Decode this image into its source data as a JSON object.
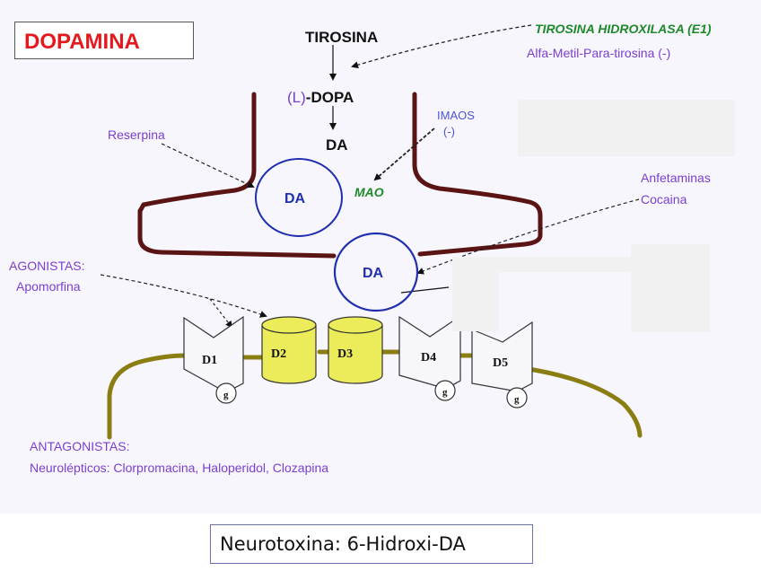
{
  "title": "DOPAMINA",
  "synthesis": {
    "precursor": "TIROSINA",
    "ldopa_prefix": "(L)",
    "ldopa_suffix": "-DOPA",
    "product": "DA"
  },
  "enzyme": {
    "name": "TIROSINA HIDROXILASA (E1)",
    "inhibitor": "Alfa-Metil-Para-tirosina (-)"
  },
  "imaos": {
    "line1": "IMAOS",
    "line2": "(-)"
  },
  "mao": "MAO",
  "reserpina": "Reserpina",
  "vesicles": {
    "presynaptic": "DA",
    "cleft": "DA"
  },
  "reuptake_blockers": [
    "Anfetaminas",
    "Cocaina"
  ],
  "agonists": {
    "heading": "AGONISTAS:",
    "drug": "Apomorfina"
  },
  "receptors": [
    {
      "label": "D1",
      "type": "g-protein",
      "g": "g"
    },
    {
      "label": "D2",
      "type": "cylinder"
    },
    {
      "label": "D3",
      "type": "cylinder"
    },
    {
      "label": "D4",
      "type": "g-protein",
      "g": "g"
    },
    {
      "label": "D5",
      "type": "g-protein",
      "g": "g"
    }
  ],
  "antagonists": {
    "heading": "ANTAGONISTAS:",
    "drugs": "Neurolépticos: Clorpromacina, Haloperidol, Clozapina"
  },
  "neurotoxin": "Neurotoxina: 6-Hidroxi-DA",
  "colors": {
    "title_red": "#e5181d",
    "neuron_membrane": "#5a1414",
    "postsynaptic_membrane": "#8a7d12",
    "vesicle_blue": "#1f2fae",
    "receptor_yellow": "#ecec5a",
    "label_purple": "#7a3fd0",
    "enzyme_green": "#1e8a2a"
  }
}
